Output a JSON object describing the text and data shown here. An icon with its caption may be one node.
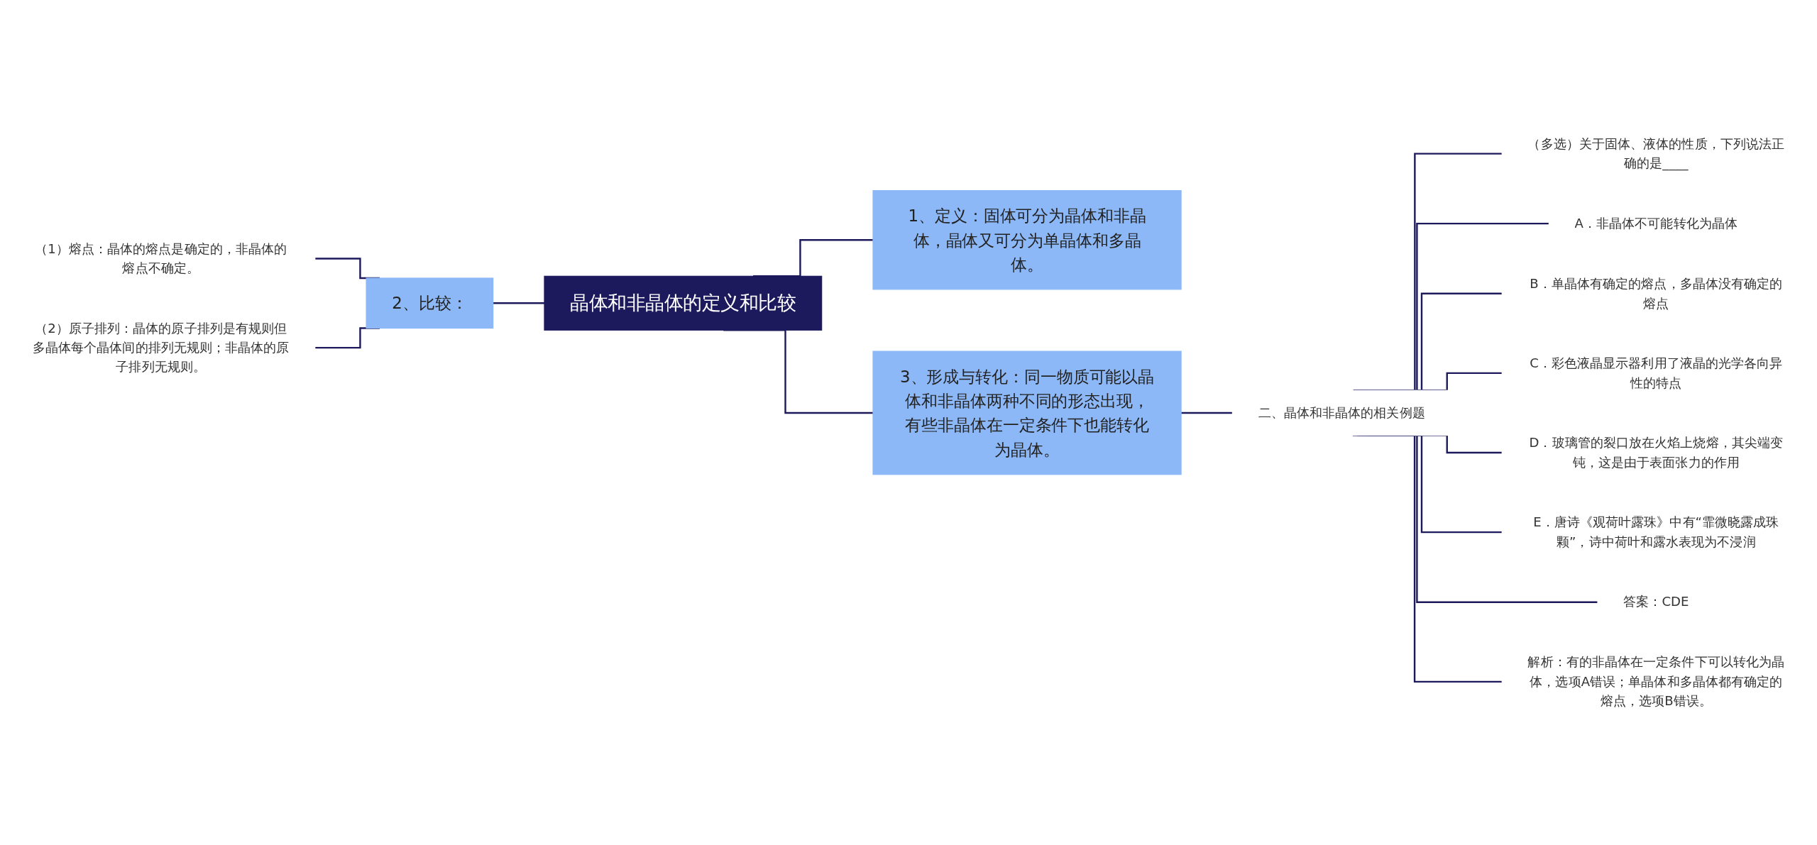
{
  "diagram": {
    "nodes": [
      {
        "text": [
          "晶体和非晶体的定义和比较"
        ]
      },
      {
        "text": [
          "1、定义：固体可分为晶体和非晶体，晶体又可分为单晶体和多晶体。"
        ]
      },
      {
        "text": [
          "2、比较："
        ]
      },
      {
        "text": [
          "（1）熔点：晶体的熔点是确定的，非晶体的熔点不确定。"
        ]
      },
      {
        "text": [
          "（2）原子排列：晶体的原子排列是有规则但多晶体每个晶体间的排列无规则；非晶体的原子排列无规则。"
        ]
      },
      {
        "text": [
          "3、形成与转化：同一物质可能以晶体和非晶体两种不同的形态出现，有些非晶体在一定条件下也能转化为晶体。"
        ]
      },
      {
        "text": [
          "二、晶体和非晶体的相关例题"
        ]
      },
      {
        "text": [
          "（多选）关于固体、液体的性质，下列说法正确的是____"
        ]
      },
      {
        "text": [
          "A．非晶体不可能转化为晶体"
        ]
      },
      {
        "text": [
          "B．单晶体有确定的熔点，多晶体没有确定的熔点"
        ]
      },
      {
        "text": [
          "C．彩色液晶显示器利用了液晶的光学各向异性的特点"
        ]
      },
      {
        "text": [
          "D．玻璃管的裂口放在火焰上烧熔，其尖端变钝，这是由于表面张力的作用"
        ]
      },
      {
        "text": [
          "E．唐诗《观荷叶露珠》中有“霏微晓露成珠颗”，诗中荷叶和露水表现为不浸润"
        ]
      },
      {
        "text": [
          "答案：CDE"
        ]
      },
      {
        "text": [
          "解析：有的非晶体在一定条件下可以转化为晶体，选项A错误；单晶体和多晶体都有确定的熔点，选项B错误。"
        ]
      }
    ],
    "edges": [
      {
        "from": 0,
        "to": 1,
        "arrow": "none"
      },
      {
        "from": 0,
        "to": 2,
        "arrow": "none"
      },
      {
        "from": 2,
        "to": 3,
        "arrow": "none"
      },
      {
        "from": 2,
        "to": 4,
        "arrow": "none"
      },
      {
        "from": 0,
        "to": 5,
        "arrow": "none"
      },
      {
        "from": 5,
        "to": 6,
        "arrow": "none"
      },
      {
        "from": 6,
        "to": 7,
        "arrow": "none"
      },
      {
        "from": 6,
        "to": 8,
        "arrow": "none"
      },
      {
        "from": 6,
        "to": 9,
        "arrow": "none"
      },
      {
        "from": 6,
        "to": 10,
        "arrow": "none"
      },
      {
        "from": 6,
        "to": 11,
        "arrow": "none"
      },
      {
        "from": 6,
        "to": 12,
        "arrow": "none"
      },
      {
        "from": 6,
        "to": 13,
        "arrow": "none"
      },
      {
        "from": 6,
        "to": 14,
        "arrow": "none"
      }
    ]
  }
}
